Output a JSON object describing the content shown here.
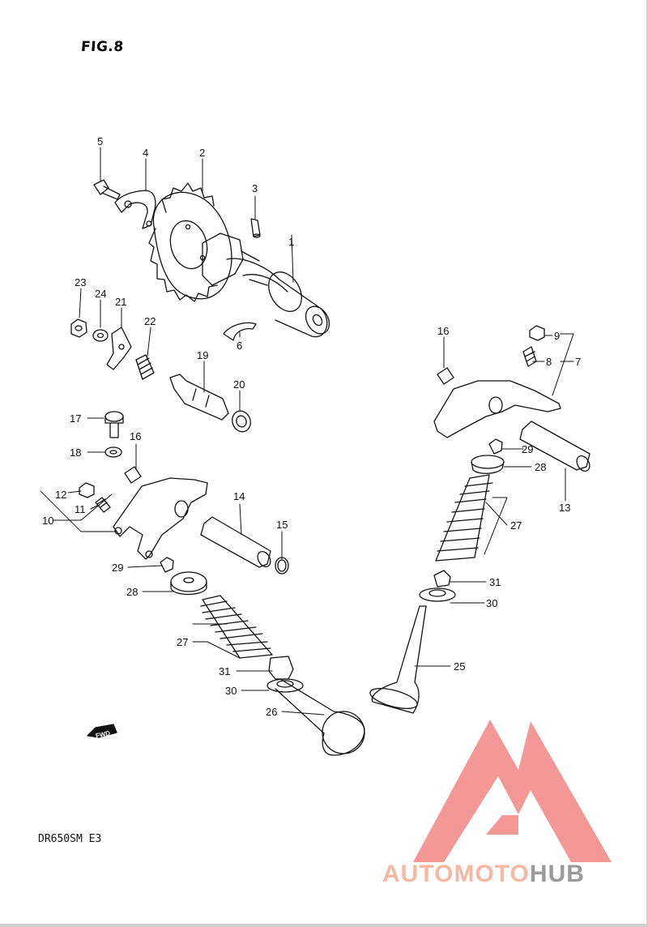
{
  "figure": {
    "title": "FIG.8",
    "model_code": "DR650SM E3",
    "fwd_mark": "FWD"
  },
  "watermark": {
    "brand_part_1": "AUTOMOTO",
    "brand_part_2": "HUB",
    "logo_color": "#f28c8c",
    "brand_color_1": "#f6b8a0",
    "brand_color_2": "#9a9a9a"
  },
  "callouts": {
    "c1": "1",
    "c2": "2",
    "c3": "3",
    "c4": "4",
    "c5": "5",
    "c6": "6",
    "c7": "7",
    "c8": "8",
    "c9": "9",
    "c10": "10",
    "c11": "11",
    "c12": "12",
    "c13": "13",
    "c14": "14",
    "c15": "15",
    "c16a": "16",
    "c16b": "16",
    "c17": "17",
    "c18": "18",
    "c19": "19",
    "c20": "20",
    "c21": "21",
    "c22": "22",
    "c23": "23",
    "c24": "24",
    "c25": "25",
    "c26": "26",
    "c27a": "27",
    "c27b": "27",
    "c28a": "28",
    "c28b": "28",
    "c29a": "29",
    "c29b": "29",
    "c30a": "30",
    "c30b": "30",
    "c31a": "31",
    "c31b": "31"
  }
}
